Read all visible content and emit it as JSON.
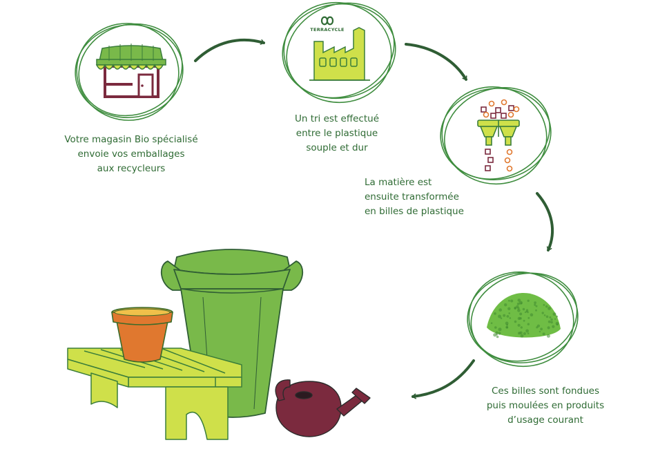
{
  "steps": [
    {
      "lines": [
        "Votre magasin Bio spécialisé",
        "envoie vos emballages",
        "aux recycleurs"
      ]
    },
    {
      "lines": [
        "Un tri est effectué",
        "entre le plastique",
        "souple et dur"
      ]
    },
    {
      "lines": [
        "La matière est",
        "ensuite transformée",
        "en billes de plastique"
      ]
    },
    {
      "lines": [
        "Ces billes sont fondues",
        "puis moulées en produits",
        "d’usage courant"
      ]
    }
  ],
  "logo": {
    "text": "TERRACYCLE"
  },
  "colors": {
    "text_green": "#2f6b34",
    "outline_green": "#3f8d3f",
    "lime": "#cfe04a",
    "bin_green": "#79b94a",
    "pellet_green": "#6fbd45",
    "maroon": "#7b2a3e",
    "pot_orange": "#e0782f"
  },
  "icons": [
    "shop-icon",
    "factory-icon",
    "sorting-machine-icon",
    "pellets-icon",
    "bench-icon",
    "flower-pot-icon",
    "trash-bin-icon",
    "watering-can-icon"
  ]
}
